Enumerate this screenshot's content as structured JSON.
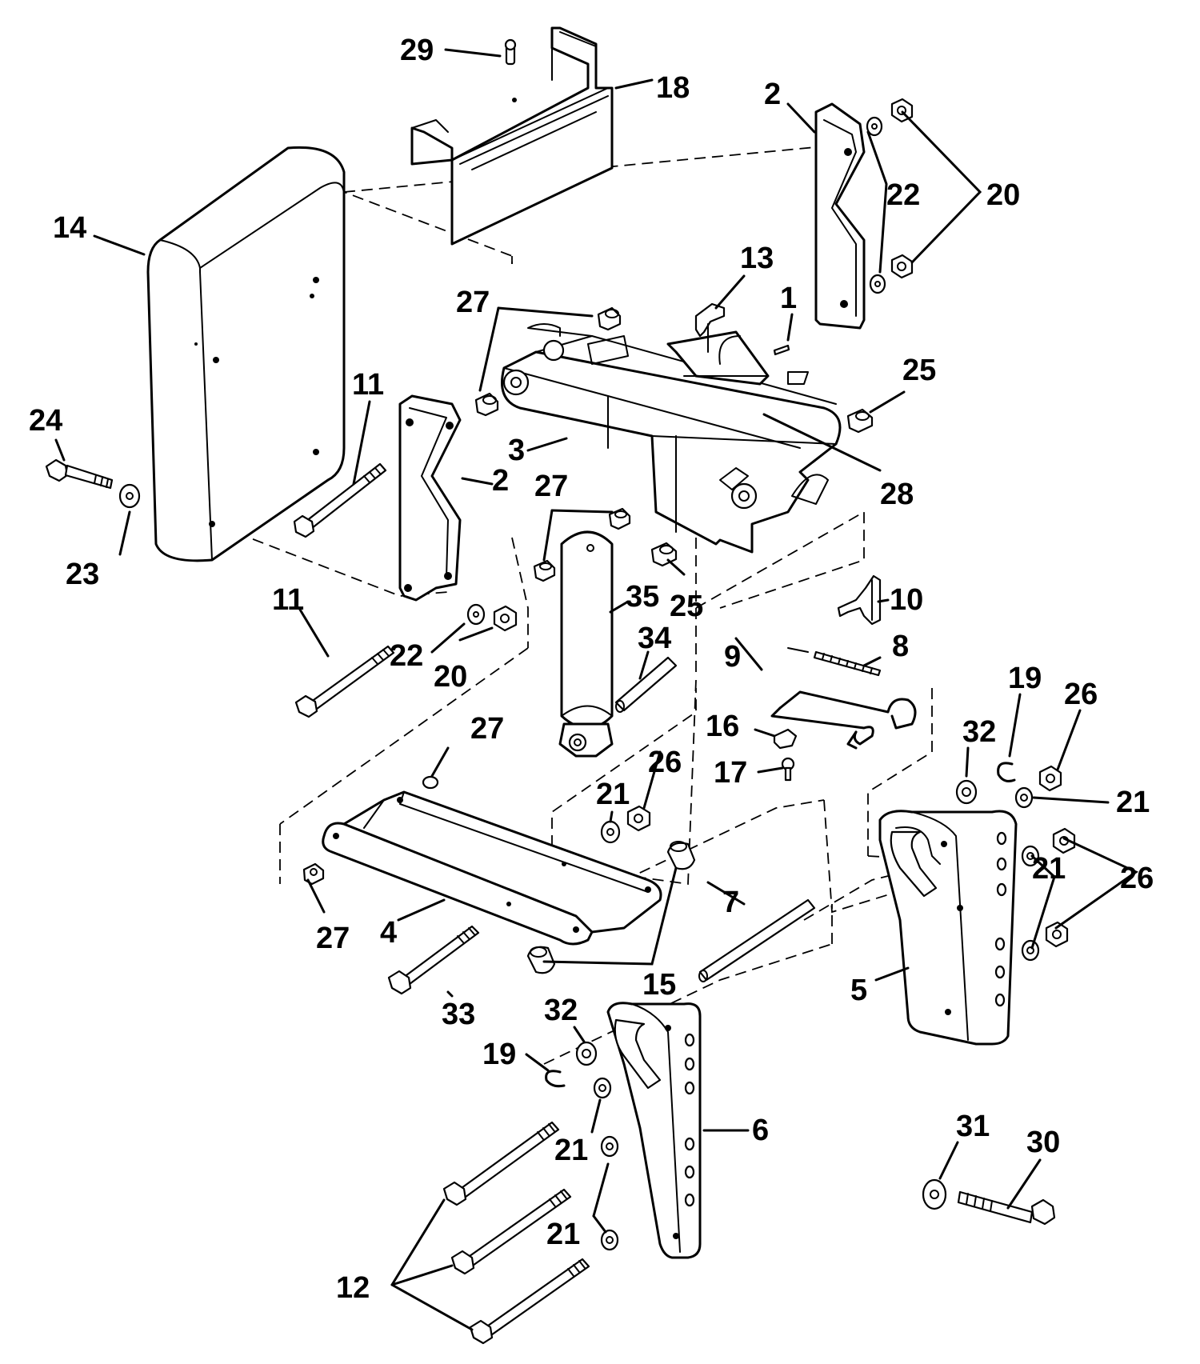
{
  "diagram": {
    "callouts": [
      {
        "id": "c29",
        "text": "29"
      },
      {
        "id": "c18",
        "text": "18"
      },
      {
        "id": "c2a",
        "text": "2"
      },
      {
        "id": "c22a",
        "text": "22"
      },
      {
        "id": "c20a",
        "text": "20"
      },
      {
        "id": "c14",
        "text": "14"
      },
      {
        "id": "c13",
        "text": "13"
      },
      {
        "id": "c1",
        "text": "1"
      },
      {
        "id": "c27a",
        "text": "27"
      },
      {
        "id": "c25a",
        "text": "25"
      },
      {
        "id": "c24",
        "text": "24"
      },
      {
        "id": "c11a",
        "text": "11"
      },
      {
        "id": "c3",
        "text": "3"
      },
      {
        "id": "c2b",
        "text": "2"
      },
      {
        "id": "c28",
        "text": "28"
      },
      {
        "id": "c27b",
        "text": "27"
      },
      {
        "id": "c23",
        "text": "23"
      },
      {
        "id": "c11b",
        "text": "11"
      },
      {
        "id": "c35",
        "text": "35"
      },
      {
        "id": "c25b",
        "text": "25"
      },
      {
        "id": "c10",
        "text": "10"
      },
      {
        "id": "c34",
        "text": "34"
      },
      {
        "id": "c22b",
        "text": "22"
      },
      {
        "id": "c20b",
        "text": "20"
      },
      {
        "id": "c9",
        "text": "9"
      },
      {
        "id": "c8",
        "text": "8"
      },
      {
        "id": "c19a",
        "text": "19"
      },
      {
        "id": "c26a",
        "text": "26"
      },
      {
        "id": "c32a",
        "text": "32"
      },
      {
        "id": "c27c",
        "text": "27"
      },
      {
        "id": "c16",
        "text": "16"
      },
      {
        "id": "c26b",
        "text": "26"
      },
      {
        "id": "c17",
        "text": "17"
      },
      {
        "id": "c21a",
        "text": "21"
      },
      {
        "id": "c21b",
        "text": "21"
      },
      {
        "id": "c21c",
        "text": "21"
      },
      {
        "id": "c26c",
        "text": "26"
      },
      {
        "id": "c7",
        "text": "7"
      },
      {
        "id": "c27d",
        "text": "27"
      },
      {
        "id": "c4",
        "text": "4"
      },
      {
        "id": "c15",
        "text": "15"
      },
      {
        "id": "c5",
        "text": "5"
      },
      {
        "id": "c33",
        "text": "33"
      },
      {
        "id": "c32b",
        "text": "32"
      },
      {
        "id": "c19b",
        "text": "19"
      },
      {
        "id": "c6",
        "text": "6"
      },
      {
        "id": "c31",
        "text": "31"
      },
      {
        "id": "c30",
        "text": "30"
      },
      {
        "id": "c21d",
        "text": "21"
      },
      {
        "id": "c21e",
        "text": "21"
      },
      {
        "id": "c12",
        "text": "12"
      }
    ]
  }
}
